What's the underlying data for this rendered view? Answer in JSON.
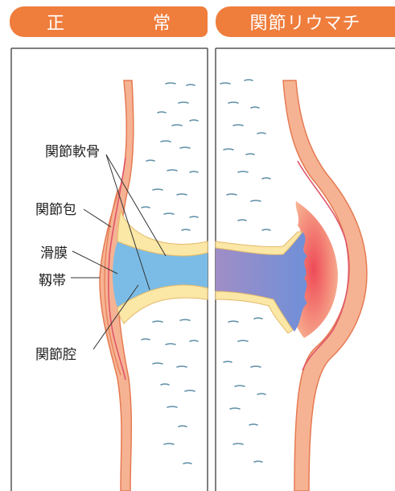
{
  "panels": {
    "normal": {
      "title": "正　常"
    },
    "ra": {
      "title": "関節リウマチ"
    }
  },
  "labels": {
    "cartilage": "関節軟骨",
    "capsule": "関節包",
    "synovium": "滑膜",
    "ligament": "靱帯",
    "cavity": "関節腔"
  },
  "colors": {
    "header": "#ef7d3c",
    "outline": "#4a4a4a",
    "capsule": "#f6b393",
    "capsule_edge": "#e57a52",
    "cartilage": "#fbe7a6",
    "joint_fluid": "#7bbce6",
    "inflamed_fluid": "#8a86c9",
    "inflammation": "#ee5a5a"
  }
}
